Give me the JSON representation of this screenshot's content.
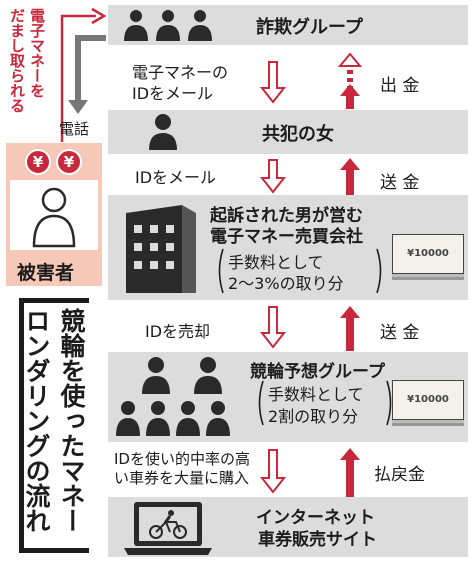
{
  "nodes": {
    "fraud_group": "詐欺グループ",
    "accomplice": "共犯の女",
    "company_line1": "起訴された男が営む",
    "company_line2": "電子マネー売買会社",
    "company_fee1": "手数料として",
    "company_fee2": "2～3%の取り分",
    "keirin_group": "競輪予想グループ",
    "keirin_fee1": "手数料として",
    "keirin_fee2": "2割の取り分",
    "site_line1": "インターネット",
    "site_line2": "車券販売サイト",
    "victim": "被害者"
  },
  "arrows": {
    "email_id_top_1": "電子マネーの",
    "email_id_top_2": "IDをメール",
    "email_id_mid": "IDをメール",
    "sell_id": "IDを売却",
    "buy_1": "IDを使い的中率の高",
    "buy_2": "い車券を大量に購入",
    "out_money": "出 金",
    "send_money_1": "送 金",
    "send_money_2": "送 金",
    "payout": "払戻金",
    "phone": "電話",
    "victim_note_1": "電子マネーを",
    "victim_note_2": "だまし取られる"
  },
  "title": {
    "line1": "競輪を使ったマネー",
    "line2": "ロンダリングの流れ"
  },
  "icons": {
    "yen_symbol": "¥",
    "bill_symbol": "¥10000"
  },
  "colors": {
    "box": "#dcdcdc",
    "red": "#c8283c",
    "victim_bg": "#f6c8b8",
    "dark_icon": "#2a2a2a",
    "gray_arrow": "#777777"
  }
}
